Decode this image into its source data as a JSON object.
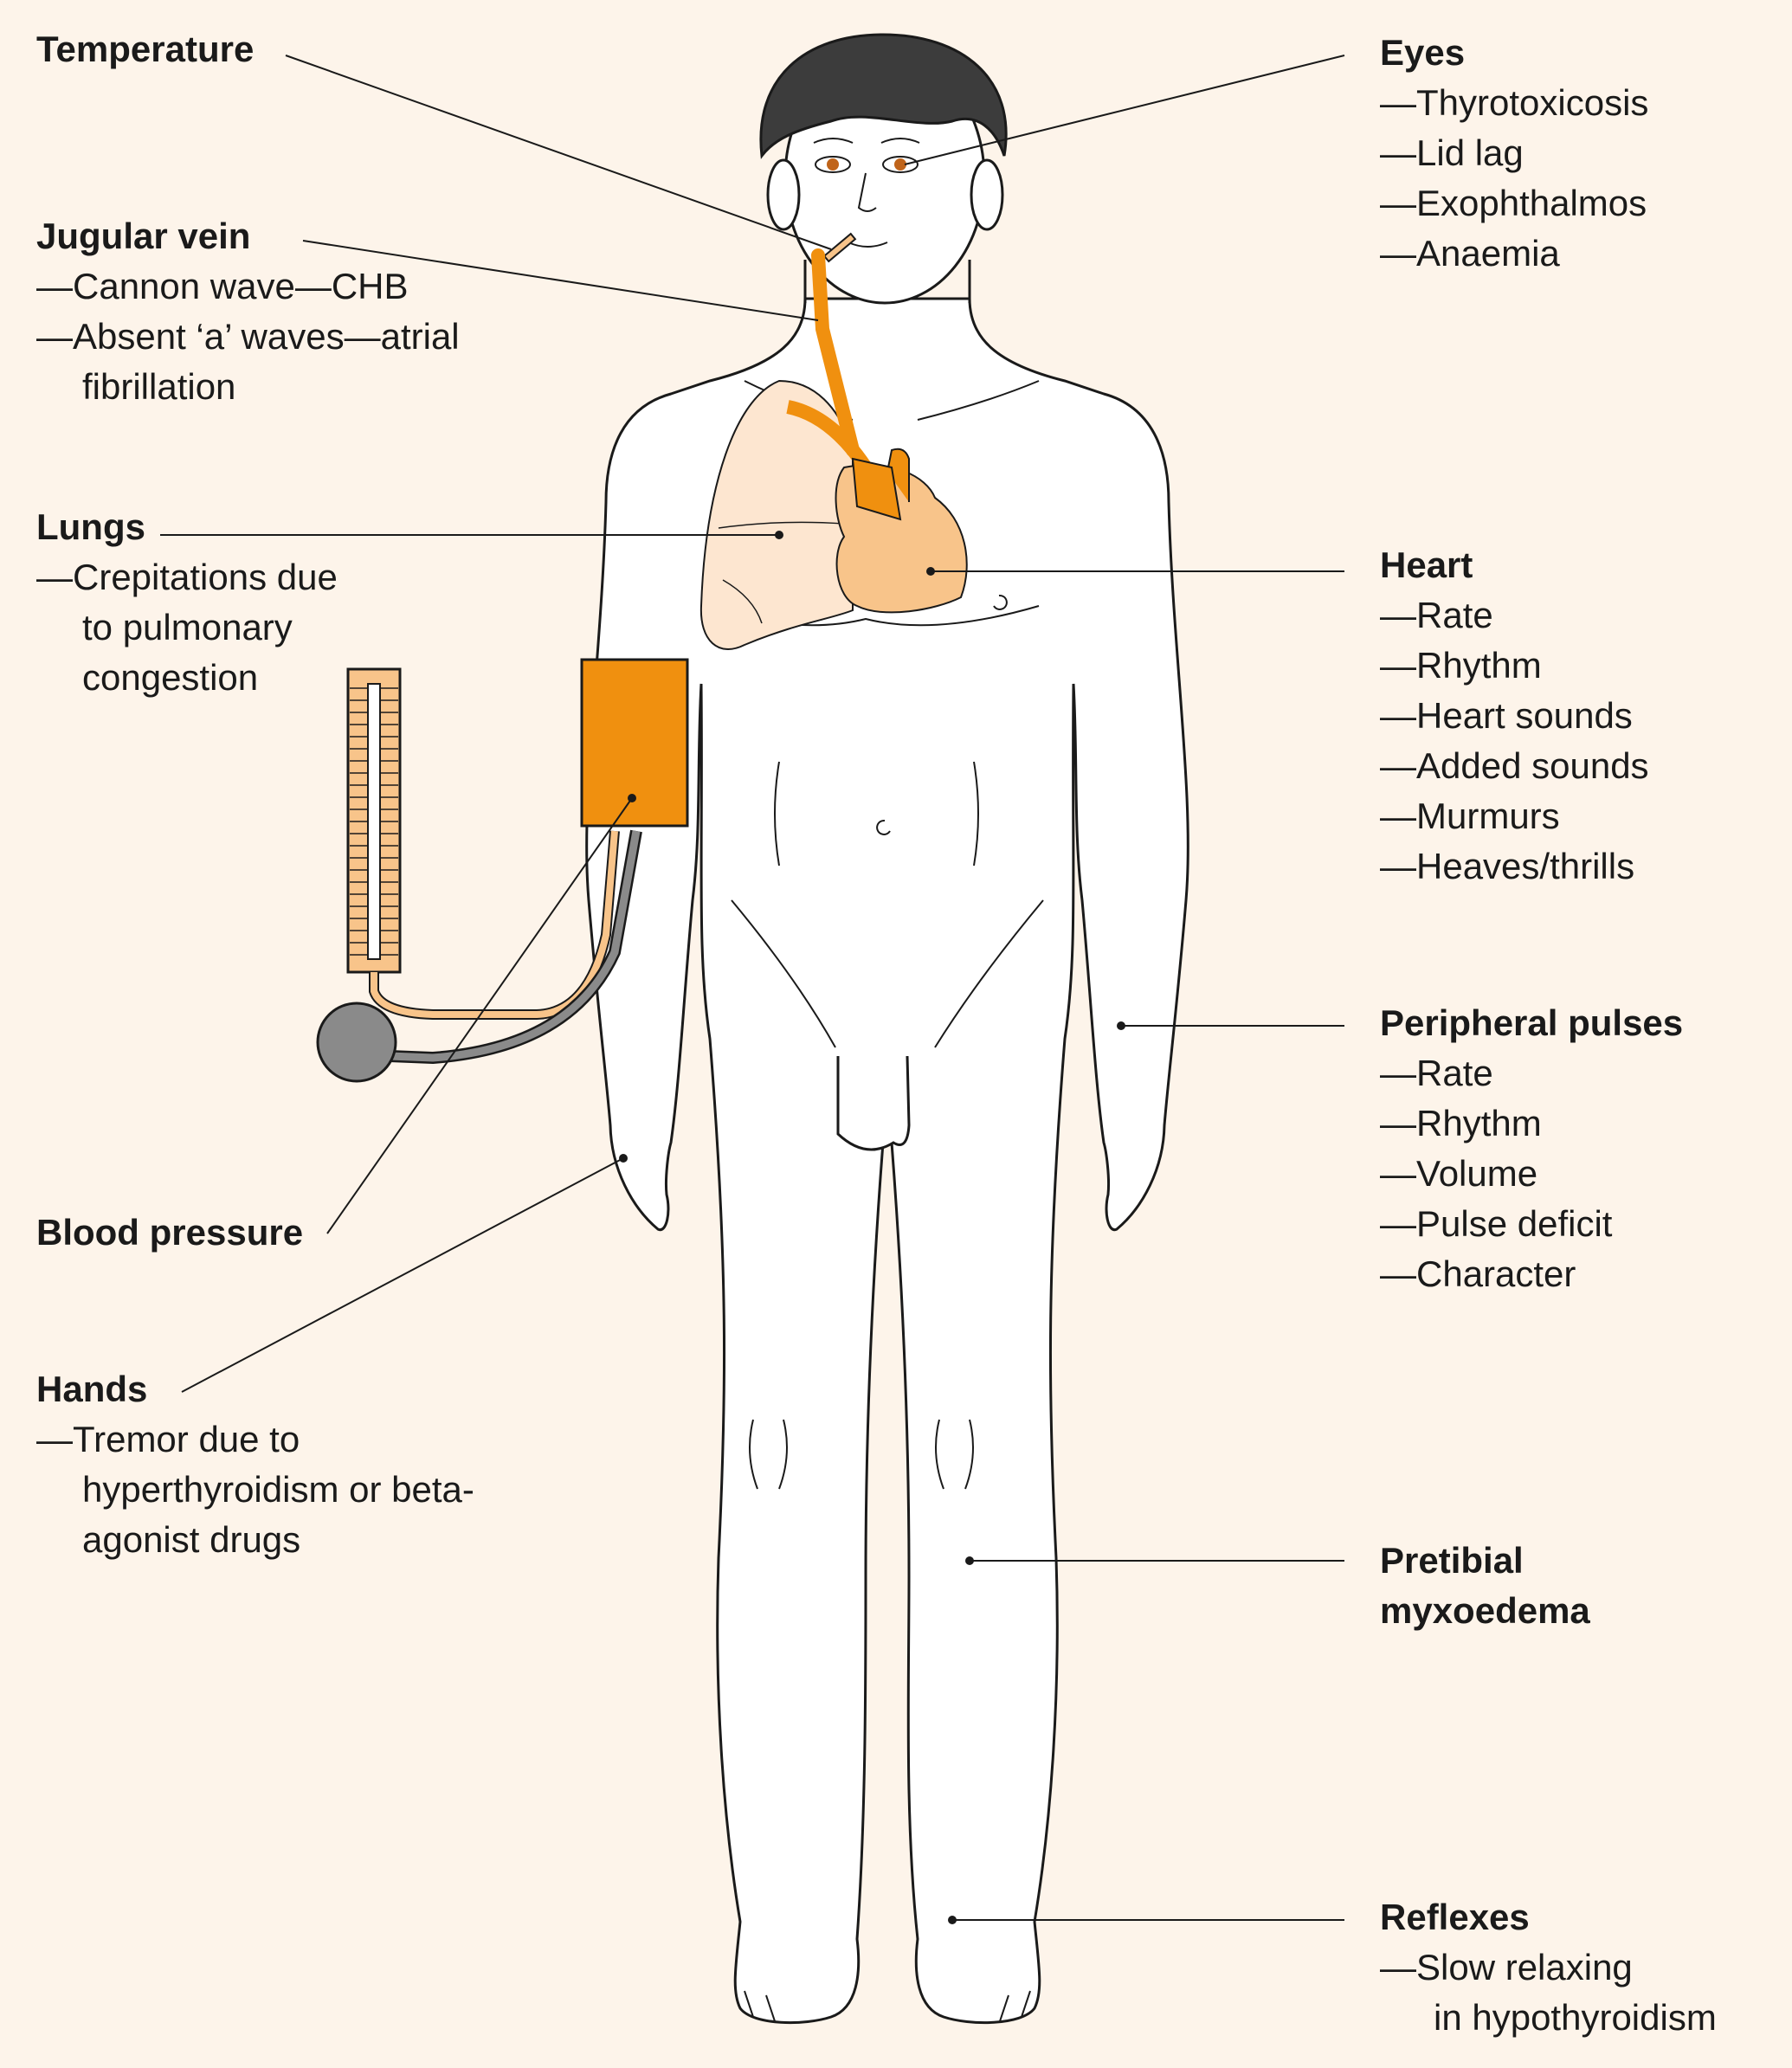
{
  "colors": {
    "background": "#fdf4ea",
    "accent_orange": "#f0900f",
    "light_orange": "#f8c48a",
    "lung": "#fde6d0",
    "outline": "#1a1a1a",
    "bulb_grey": "#8a8a8a"
  },
  "labels": {
    "temperature": {
      "title": "Temperature"
    },
    "jugular": {
      "title": "Jugular vein",
      "items": [
        "—Cannon wave—CHB",
        "—Absent ‘a’ waves—atrial",
        "fibrillation"
      ]
    },
    "lungs": {
      "title": "Lungs",
      "items": [
        "—Crepitations due",
        "to pulmonary",
        "congestion"
      ]
    },
    "blood_pressure": {
      "title": "Blood pressure"
    },
    "hands": {
      "title": "Hands",
      "items": [
        "—Tremor due to",
        "hyperthyroidism or beta-",
        "agonist drugs"
      ]
    },
    "eyes": {
      "title": "Eyes",
      "items": [
        "—Thyrotoxicosis",
        "—Lid lag",
        "—Exophthalmos",
        "—Anaemia"
      ]
    },
    "heart": {
      "title": "Heart",
      "items": [
        "—Rate",
        "—Rhythm",
        "—Heart sounds",
        "—Added sounds",
        "—Murmurs",
        "—Heaves/thrills"
      ]
    },
    "peripheral": {
      "title": "Peripheral pulses",
      "items": [
        "—Rate",
        "—Rhythm",
        "—Volume",
        "—Pulse deficit",
        "—Character"
      ]
    },
    "pretibial": {
      "title_line1": "Pretibial",
      "title_line2": "myxoedema"
    },
    "reflexes": {
      "title": "Reflexes",
      "items": [
        "—Slow relaxing",
        "in hypothyroidism"
      ]
    }
  }
}
